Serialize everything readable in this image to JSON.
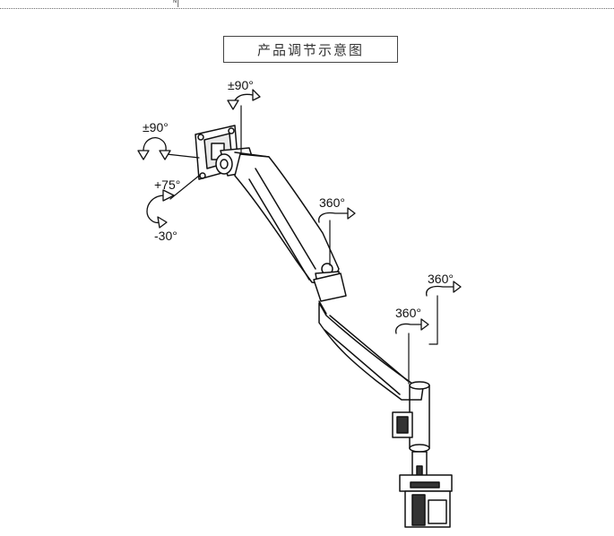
{
  "header": {
    "corner_mark": "ᴺ|"
  },
  "title": "产品调节示意图",
  "labels": {
    "top_tilt": "±90°",
    "left_tilt": "±90°",
    "tilt_up": "+75°",
    "tilt_down": "-30°",
    "upper_arm_swivel": "360°",
    "lower_arm_swivel": "360°",
    "base_swivel": "360°"
  }
}
